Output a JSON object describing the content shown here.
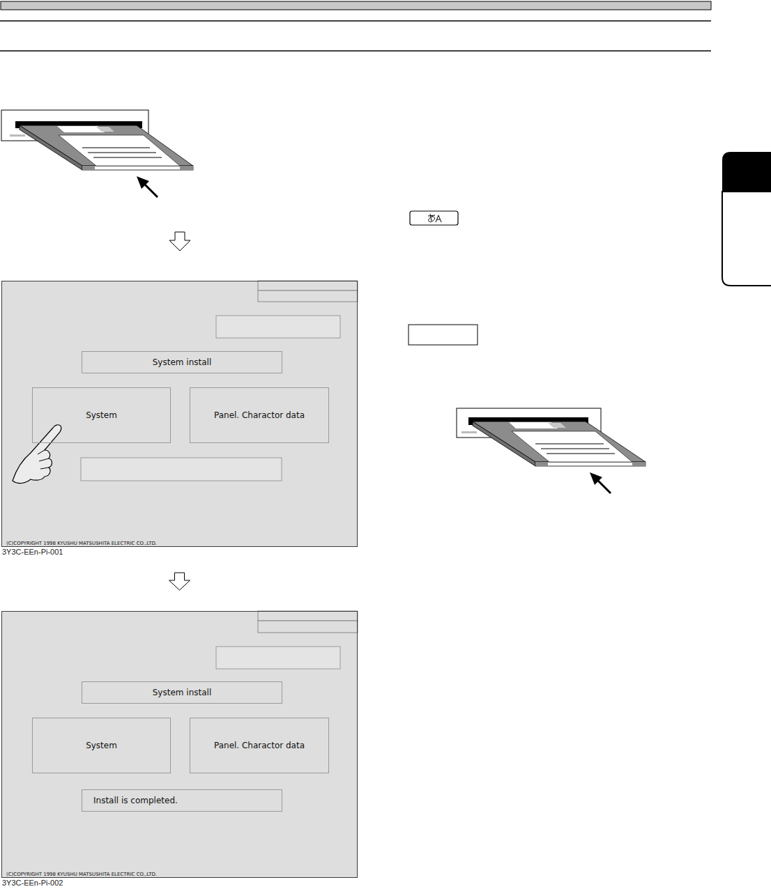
{
  "diagram": {
    "nodes": [
      {
        "text": [
          "(C)COPYRIGHT 1998 KYUSHU MATSUSHITA ELECTRIC CO.,LTD."
        ]
      },
      {
        "text": [
          "System install"
        ],
        "in": 0
      },
      {
        "text": [
          "System"
        ],
        "in": 0
      },
      {
        "text": [
          "Panel. Charactor data"
        ],
        "in": 0
      },
      {
        "text": [
          "(C)COPYRIGHT 1998 KYUSHU MATSUSHITA ELECTRIC CO.,LTD."
        ]
      },
      {
        "text": [
          "System install"
        ],
        "in": 4
      },
      {
        "text": [
          "System"
        ],
        "in": 4
      },
      {
        "text": [
          "Panel. Charactor data"
        ],
        "in": 4
      },
      {
        "text": [
          "Install is completed."
        ],
        "in": 4
      }
    ],
    "edges": [
      {
        "from": 0,
        "to": 4,
        "arrow": "to"
      }
    ],
    "labels": [
      "3Y3C-EEn-Pi-001",
      "3Y3C-EEn-Pi-002"
    ]
  }
}
